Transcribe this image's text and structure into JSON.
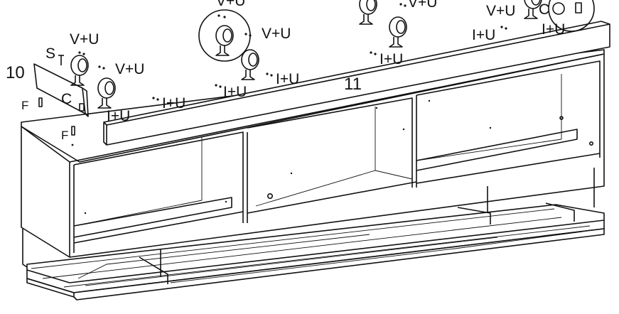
{
  "labels": {
    "part_10": "10",
    "part_11": "11",
    "s": "S",
    "c_left": "C",
    "c_right": "C",
    "f_top": "F",
    "f_bottom": "F",
    "vu": "V+U",
    "iu": "I+U"
  },
  "colors": {
    "line": "#111111",
    "background": "#ffffff"
  },
  "icons": [
    "wheel-icon",
    "screw-icon",
    "dowel-icon",
    "cam-lock-icon",
    "magnifier-circle-icon"
  ]
}
